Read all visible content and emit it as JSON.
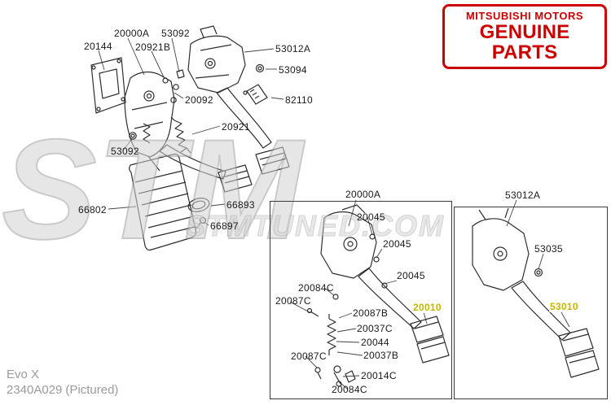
{
  "brand": {
    "line1": "MITSUBISHI MOTORS",
    "line2": "GENUINE PARTS",
    "color": "#cc0000"
  },
  "watermark": {
    "big": "STM",
    "small": "STMTUNED.COM"
  },
  "footer": {
    "model": "Evo X",
    "code": "2340A029",
    "note": "(Pictured)"
  },
  "highlight_color": "#c6b500",
  "parts": {
    "main": [
      "20144",
      "20000A",
      "53092",
      "20921B",
      "53012A",
      "53094",
      "82110",
      "20092",
      "20921",
      "53092",
      "66893",
      "66802",
      "66897"
    ],
    "inset1": {
      "title": "20000A",
      "items": [
        "20045",
        "20045",
        "20045",
        "20084C",
        "20087C",
        "20087B",
        "20037C",
        "20044",
        "20037B",
        "20087C",
        "20014C",
        "20084C"
      ],
      "highlight": "20010"
    },
    "inset2": {
      "title": "53012A",
      "items": [
        "53035"
      ],
      "highlight": "53010"
    }
  }
}
